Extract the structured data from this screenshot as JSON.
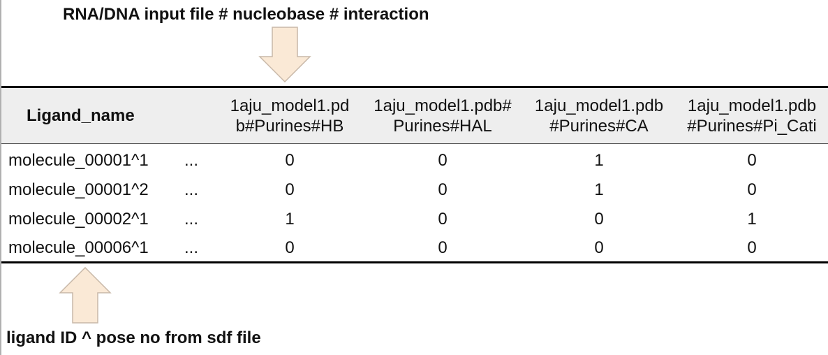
{
  "annotations": {
    "top_label": "RNA/DNA input file # nucleobase # interaction",
    "bottom_label": "ligand ID ^ pose no from sdf file",
    "arrow_fill": "#fae9d6",
    "arrow_stroke": "#c8b8a8"
  },
  "table": {
    "name_header": "Ligand_name",
    "columns": [
      "1aju_model1.pd\nb#Purines#HB",
      "1aju_model1.pdb#\nPurines#HAL",
      "1aju_model1.pdb\n#Purines#CA",
      "1aju_model1.pdb\n#Purines#Pi_Cati"
    ],
    "ellipsis": "...",
    "rows": [
      {
        "name": "molecule_00001^1",
        "values": [
          "0",
          "0",
          "1",
          "0"
        ]
      },
      {
        "name": "molecule_00001^2",
        "values": [
          "0",
          "0",
          "1",
          "0"
        ]
      },
      {
        "name": "molecule_00002^1",
        "values": [
          "1",
          "0",
          "0",
          "1"
        ]
      },
      {
        "name": "molecule_00006^1",
        "values": [
          "0",
          "0",
          "0",
          "0"
        ]
      }
    ]
  }
}
